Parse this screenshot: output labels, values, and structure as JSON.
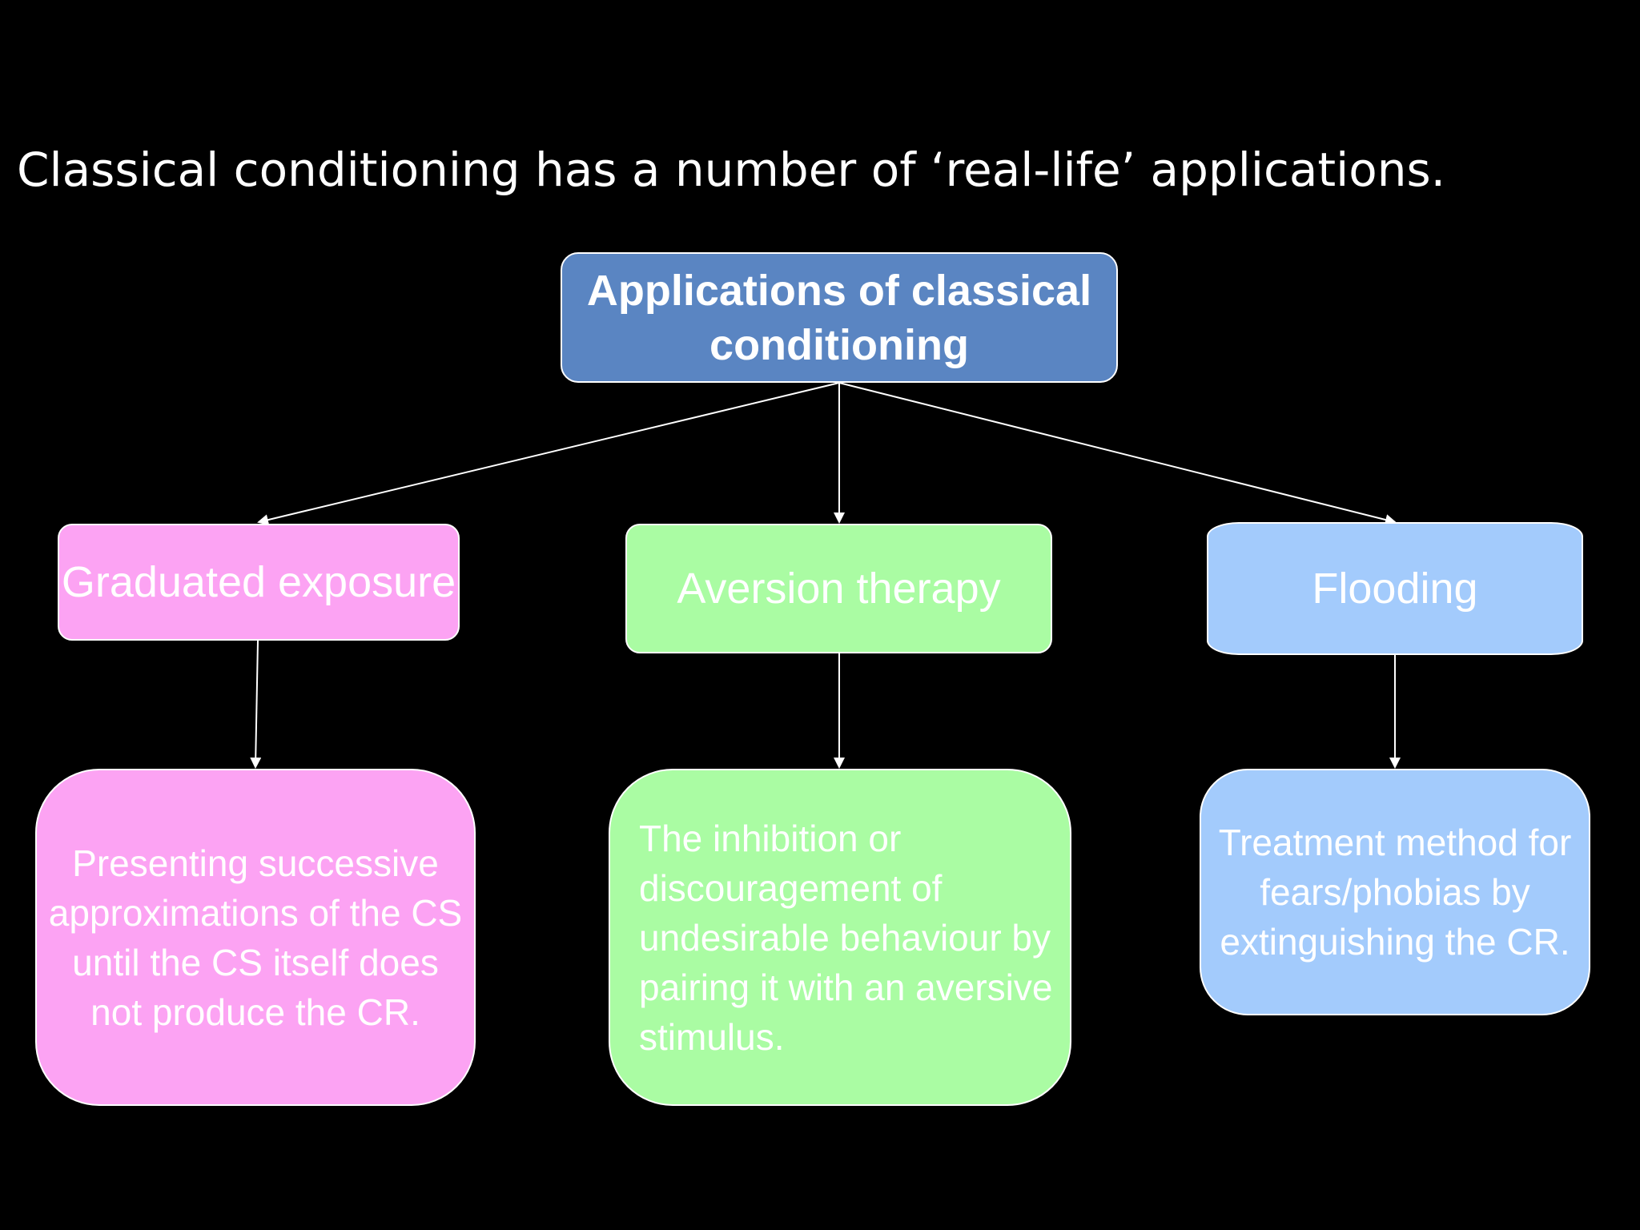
{
  "slide": {
    "heading": "Classical conditioning has a number of ‘real-life’ applications."
  },
  "diagram": {
    "root": {
      "text": "Applications of classical conditioning",
      "color": "#5a85c2"
    },
    "branches": [
      {
        "label": "Graduated exposure",
        "description": "Presenting successive approximations of the CS until the CS itself does not produce the CR.",
        "color": "#fca3f3"
      },
      {
        "label": "Aversion therapy",
        "description": "The inhibition or discouragement of undesirable behaviour by pairing it with an aversive stimulus.",
        "color": "#aafca3"
      },
      {
        "label": "Flooding",
        "description": "Treatment method for fears/phobias by extinguishing the CR.",
        "color": "#a3cbfc"
      }
    ]
  }
}
